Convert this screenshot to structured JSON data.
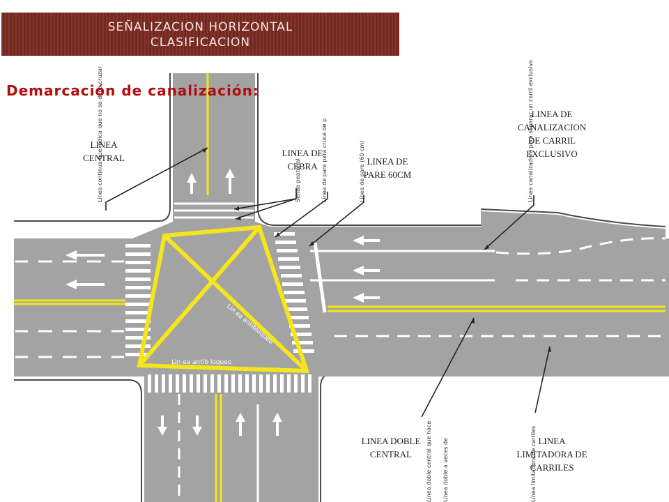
{
  "header": {
    "line1": "SEÑALIZACION HORIZONTAL",
    "line2": "CLASIFICACION"
  },
  "subtitle": "Demarcación de canalización:",
  "labels": {
    "central": [
      "LINEA",
      "CENTRAL"
    ],
    "cebra": [
      "LINEA DE",
      "CEBRA"
    ],
    "pare": [
      "LINEA DE",
      "PARE 60CM"
    ],
    "canalizacion": [
      "LINEA DE",
      "CANALIZACION",
      "DE CARRIL",
      "EXCLUSIVO"
    ],
    "doble_central": [
      "LINEA DOBLE",
      "CENTRAL"
    ],
    "limitadora": [
      "LINEA",
      "LIMITADORA DE",
      "CARRILES"
    ]
  },
  "inner_texts": {
    "antibloqueo_diag": "Lin ea antibloqueo",
    "antibloqueo_bottom": "Lin ea antib loqueo",
    "vertical": [
      "Línea continua que indica que no se debe cruzar",
      "Senda peatonal",
      "Línea de pare para cruce de p",
      "Línea de pare (60 cm)",
      "Línea canalizadora para separar un carril exclusivo",
      "Línea doble central que hace",
      "Línea limitadora de carriles",
      "Línea doble a veces de"
    ]
  },
  "colors": {
    "banner": "#7a2a22",
    "subtitle": "#b30d0d",
    "road": "#a3a3a3",
    "yellow": "#f5e51d",
    "white": "#ffffff",
    "leader": "#222222"
  }
}
